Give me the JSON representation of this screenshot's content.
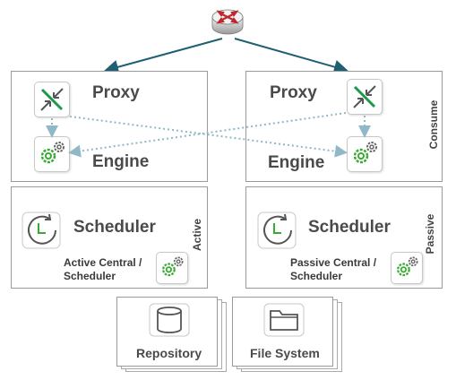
{
  "nodes": {
    "proxy_left": "Proxy",
    "proxy_right": "Proxy",
    "engine_left": "Engine",
    "engine_right": "Engine",
    "scheduler_left": "Scheduler",
    "scheduler_right": "Scheduler",
    "active_central": "Active Central / Scheduler",
    "passive_central": "Passive Central / Scheduler",
    "repository": "Repository",
    "file_system": "File System"
  },
  "side_labels": {
    "consume": "Consume",
    "active": "Active",
    "passive": "Passive"
  },
  "icons": {
    "router": "router-icon",
    "proxy": "proxy-arrows-icon",
    "engine": "gears-icon",
    "scheduler": "clock-icon",
    "repository": "database-icon",
    "file_system": "folder-icon"
  },
  "colors": {
    "arrow": "#1f5f73",
    "dotted": "#8fb8c8",
    "green": "#3aaa35",
    "router_red": "#c0262d"
  }
}
